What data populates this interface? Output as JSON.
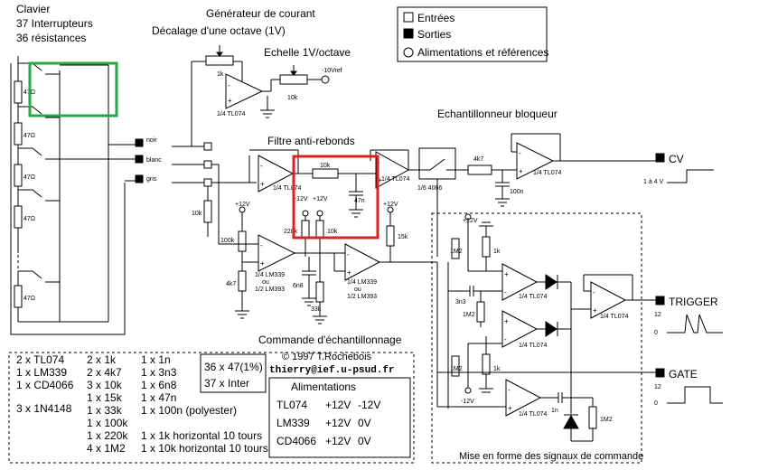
{
  "keyboard": {
    "title": "Clavier",
    "switches": "37 Interrupteurs",
    "resistors": "36 résistances",
    "resistor_value": "47Ω"
  },
  "current_gen": {
    "title": "Générateur de courant",
    "offset": "Décalage d'une octave (1V)",
    "scale": "Echelle 1V/octave",
    "pot_1k": "1k",
    "pot_10k": "10k",
    "vref": "-10Vref",
    "opamp": "1/4 TL074"
  },
  "legend": {
    "inputs": "Entrées",
    "outputs": "Sorties",
    "power": "Alimentations et références"
  },
  "wires": {
    "noir": "noir",
    "blanc": "blanc",
    "gris": "gris"
  },
  "filter": {
    "title": "Filtre anti-rebonds",
    "r1": "10k",
    "c1": "47n",
    "r2": "220k",
    "r3": "10k",
    "plus12a": "+12V",
    "plus12b": "+12V",
    "opamp_a": "1/4 TL074",
    "opamp_b": "1/4 TL074"
  },
  "sample_hold": {
    "title": "Echantillonneur bloqueur",
    "switch": "1/6 4066",
    "r": "4k7",
    "c": "100n",
    "opamp": "1/4 TL074"
  },
  "cv": {
    "label": "CV",
    "level": "1 à 4 V"
  },
  "trigger": {
    "label": "TRIGGER",
    "v12": "12",
    "v0": "0"
  },
  "gate": {
    "label": "GATE",
    "v12": "12",
    "v0": "0"
  },
  "sampling_cmd": {
    "title": "Commande d'échantillonnage",
    "r100k": "100k",
    "r4k7": "4k7",
    "r10k": "10k",
    "c6n8": "6n8",
    "r33k": "33k",
    "r15k": "15k",
    "plus12": "+12V",
    "plus12b": "+12V",
    "comp_a1": "1/4 LM339",
    "comp_a2": "ou",
    "comp_a3": "1/2 LM393",
    "comp_b1": "1/4 LM339",
    "comp_b2": "ou",
    "comp_b3": "1/2 LM393"
  },
  "shaping": {
    "title": "Mise en forme des signaux de commande",
    "plus12": "+12V",
    "minus12": "-12V",
    "r1m2a": "1M2",
    "r1m2b": "1M2",
    "r1m2c": "1M2",
    "r1m2d": "1M2",
    "r1ka": "1k",
    "r1kb": "1k",
    "c3n3": "3n3",
    "c1n": "1n",
    "opamp1": "1/4 TL074",
    "opamp2": "1/4 TL074",
    "opamp3": "1/4 TL074",
    "opamp4": "1/4 TL074"
  },
  "credits": {
    "copyright": "© 1997 T.Rochebois",
    "email": "thierry@ief.u-psud.fr"
  },
  "parts": {
    "col1": [
      "2 x TL074",
      "1 x LM339",
      "1 x CD4066",
      "",
      "3 x 1N4148"
    ],
    "col2": [
      "2 x 1k",
      "2 x 4k7",
      "3 x 10k",
      "1 x 15k",
      "1 x 33k",
      "1 x 100k",
      "1 x 220k",
      "4 x 1M2"
    ],
    "col3": [
      "1 x 1n",
      "1 x 3n3",
      "1 x 6n8",
      "1 x 47n",
      "1 x 100n (polyester)",
      "",
      "1 x 1k horizontal 10 tours",
      "1 x 10k horizontal 10 tours"
    ],
    "kb1": "36 x 47(1%)",
    "kb2": "37 x Inter"
  },
  "supplies": {
    "title": "Alimentations",
    "rows": [
      [
        "TL074",
        "+12V",
        "-12V"
      ],
      [
        "LM339",
        "+12V",
        "0V"
      ],
      [
        "CD4066",
        "+12V",
        "0V"
      ]
    ]
  }
}
